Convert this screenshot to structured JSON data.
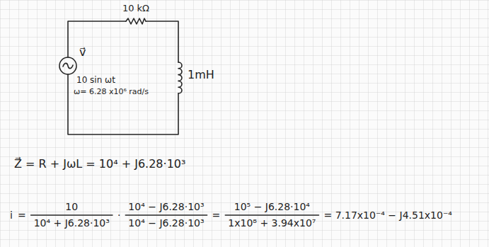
{
  "diagram": {
    "labels": [
      "10 kΩ",
      "v⃗",
      "10 sin ωt",
      "ω= 6.28 x10⁶ rad/s",
      "1mH",
      "Z⃗ = R + JωL = 10⁴ + J6.28·10³",
      "i",
      "=",
      "10",
      "10⁴ + J6.28·10³",
      "·",
      "10⁴ − J6.28·10³",
      "10⁴ − J6.28·10³",
      "=",
      "10⁵ − J6.28·10⁴",
      "1x10⁸ + 3.94x10⁷",
      "= 7.17x10⁻⁴ − J4.51x10⁻⁴"
    ]
  }
}
